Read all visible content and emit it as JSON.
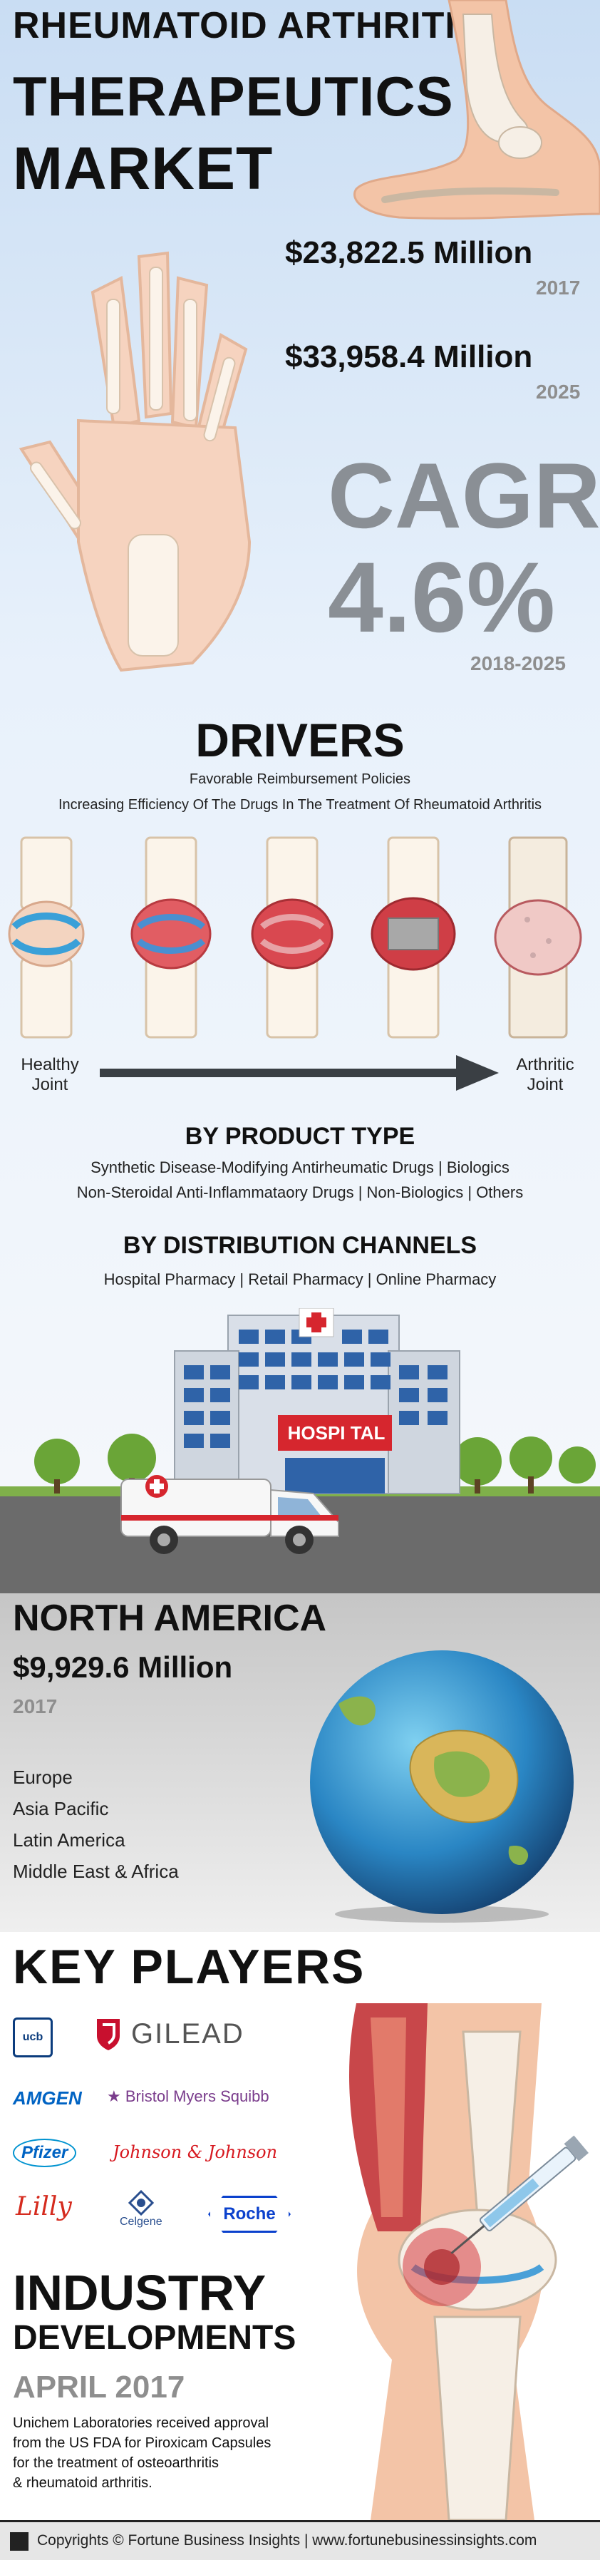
{
  "header": {
    "title_line1": "RHEUMATOID ARTHRITIS",
    "title_line2": "THERAPEUTICS",
    "title_line3": "MARKET"
  },
  "stats": [
    {
      "value": "$23,822.5 Million",
      "year": "2017"
    },
    {
      "value": "$33,958.4 Million",
      "year": "2025"
    }
  ],
  "cagr": {
    "label": "CAGR",
    "value": "4.6%",
    "period": "2018-2025"
  },
  "drivers": {
    "heading": "DRIVERS",
    "items": [
      "Favorable Reimbursement Policies",
      "Increasing Efficiency Of The Drugs In The Treatment Of Rheumatoid Arthritis"
    ],
    "left_label_1": "Healthy",
    "left_label_2": "Joint",
    "right_label_1": "Arthritic",
    "right_label_2": "Joint"
  },
  "product_type": {
    "heading": "BY PRODUCT TYPE",
    "line1": "Synthetic Disease-Modifying Antirheumatic Drugs  |  Biologics",
    "line2": "Non-Steroidal Anti-Inflammataory Drugs  |  Non-Biologics  |  Others"
  },
  "distribution": {
    "heading": "BY DISTRIBUTION CHANNELS",
    "line": "Hospital Pharmacy  |  Retail Pharmacy  |  Online Pharmacy",
    "hospital_sign": "HOSPI TAL"
  },
  "region": {
    "heading": "NORTH AMERICA",
    "value": "$9,929.6 Million",
    "year": "2017",
    "others": [
      "Europe",
      "Asia Pacific",
      "Latin America",
      "Middle East & Africa"
    ]
  },
  "key_players": {
    "heading": "KEY PLAYERS",
    "logos": {
      "ucb": "ucb",
      "gilead": "GILEAD",
      "amgen": "AMGEN",
      "bms": "Bristol Myers Squibb",
      "pfizer": "Pfizer",
      "jnj": "Johnson & Johnson",
      "lilly": "Lilly",
      "celgene": "Celgene",
      "roche": "Roche"
    }
  },
  "industry": {
    "heading_1": "INDUSTRY",
    "heading_2": "DEVELOPMENTS",
    "date": "APRIL 2017",
    "text_1": "Unichem Laboratories received approval",
    "text_2": "from the US FDA for Piroxicam Capsules",
    "text_3": "for the treatment of osteoarthritis",
    "text_4": "& rheumatoid arthritis."
  },
  "footer": {
    "text": "Copyrights © Fortune Business Insights | www.fortunebusinessinsights.com"
  },
  "colors": {
    "gilead_red": "#c8102e",
    "amgen_blue": "#0063c3",
    "pfizer_blue": "#0093d0",
    "roche_blue": "#0b41cd",
    "lilly_red": "#d52b1e",
    "cagr_grey": "#8a8f95"
  }
}
